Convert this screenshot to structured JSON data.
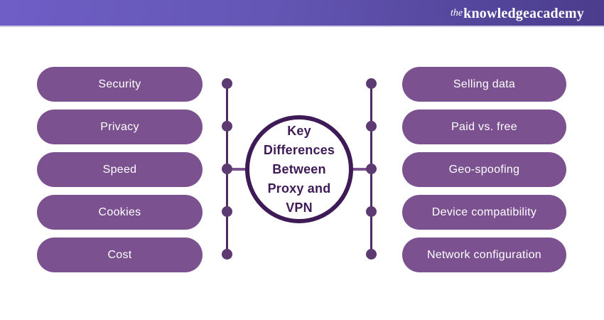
{
  "header": {
    "logo_prefix": "the",
    "logo_name": "knowledgeacademy",
    "gradient_start": "#6f5ec6",
    "gradient_end": "#4b3c8c"
  },
  "diagram": {
    "title_lines": [
      "Key",
      "Differences",
      "Between",
      "Proxy and",
      "VPN"
    ],
    "title_full": "Key Differences Between Proxy and VPN",
    "left_items": [
      "Security",
      "Privacy",
      "Speed",
      "Cookies",
      "Cost"
    ],
    "right_items": [
      "Selling data",
      "Paid vs. free",
      "Geo-spoofing",
      "Device compatibility",
      "Network configuration"
    ],
    "colors": {
      "pill_background": "#7b5190",
      "pill_text": "#ffffff",
      "circle_border": "#3e1b56",
      "circle_text": "#3e1b56",
      "connector_line": "#4f2a63",
      "connector_dot": "#5d3a72"
    }
  }
}
